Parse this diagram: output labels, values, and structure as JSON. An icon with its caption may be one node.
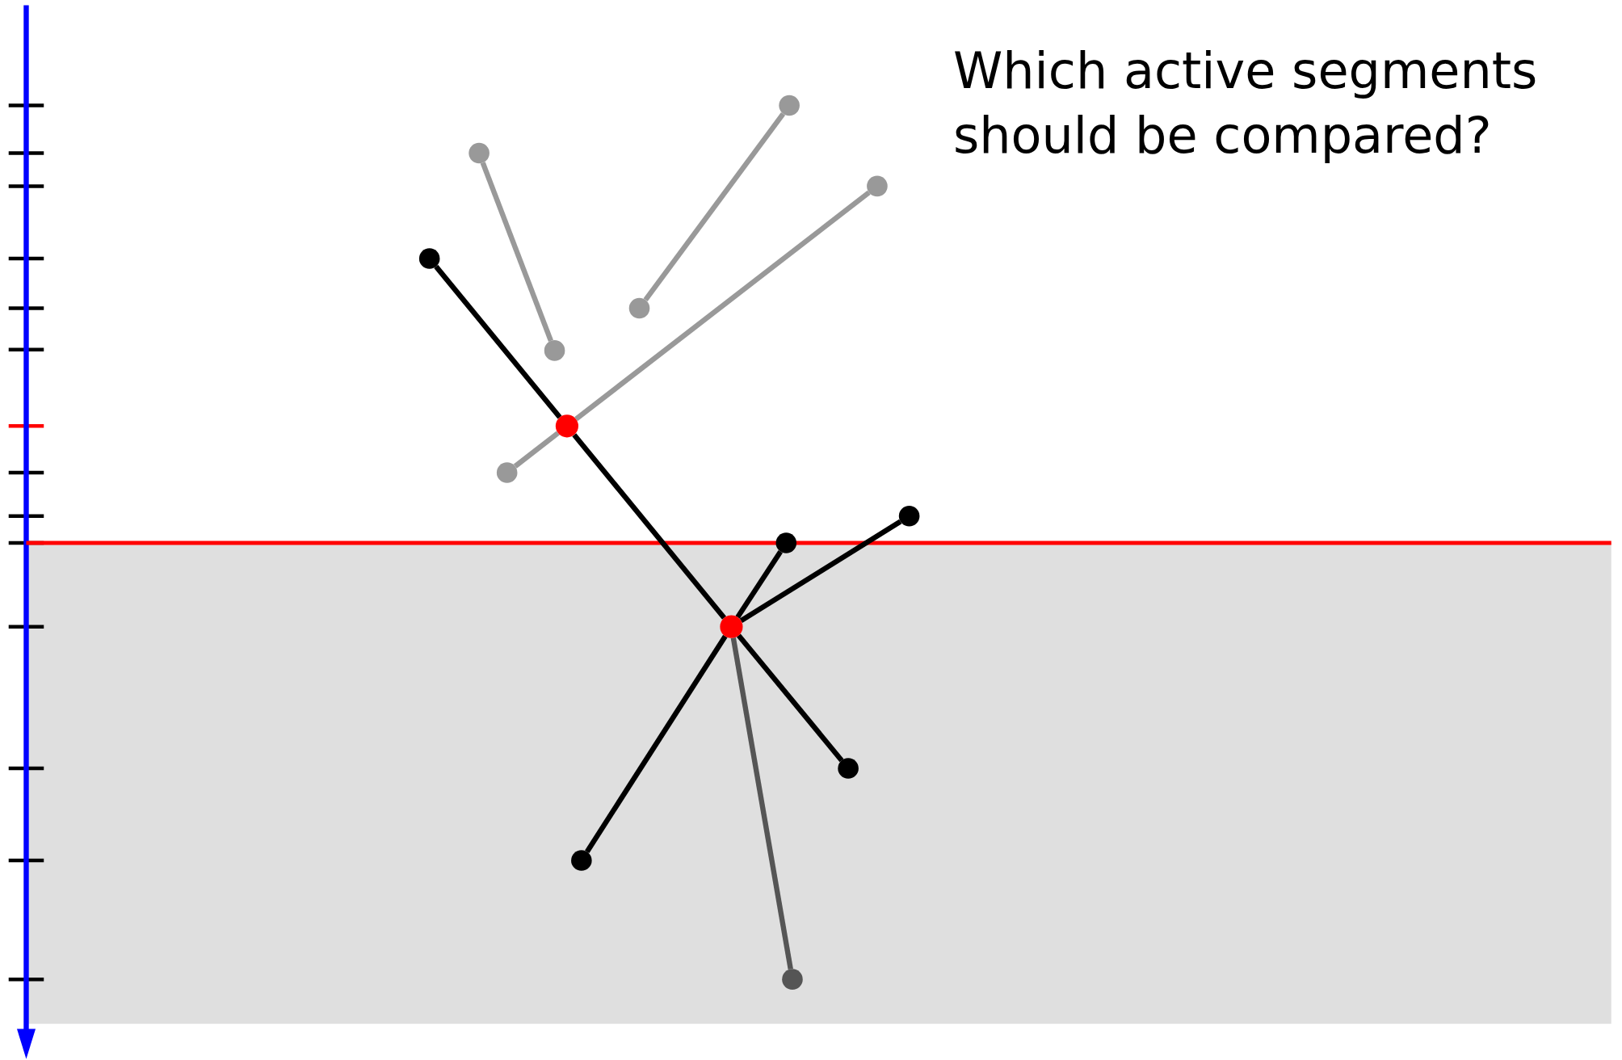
{
  "diagram": {
    "nodes": [
      {
        "text": [],
        "shape": "circle"
      },
      {
        "text": [],
        "shape": "circle"
      },
      {
        "text": [],
        "shape": "circle"
      },
      {
        "text": [],
        "shape": "circle"
      },
      {
        "text": [],
        "shape": "circle"
      },
      {
        "text": [],
        "shape": "circle"
      },
      {
        "text": [],
        "shape": "circle"
      },
      {
        "text": [],
        "shape": "circle"
      },
      {
        "text": [],
        "shape": "circle"
      },
      {
        "text": [],
        "shape": "circle"
      },
      {
        "text": [],
        "shape": "circle"
      },
      {
        "text": [],
        "shape": "circle"
      },
      {
        "text": [],
        "shape": "circle"
      },
      {
        "text": [],
        "shape": "circle"
      }
    ],
    "edges": [
      {
        "from": 1,
        "to": 5,
        "arrow": "none",
        "color": "#999999"
      },
      {
        "from": 0,
        "to": 4,
        "arrow": "none",
        "color": "#999999"
      },
      {
        "from": 7,
        "to": 6,
        "arrow": "none",
        "color": "#999999"
      },
      {
        "from": 6,
        "to": 2,
        "arrow": "none",
        "color": "#999999"
      },
      {
        "from": 3,
        "to": 6,
        "arrow": "none"
      },
      {
        "from": 6,
        "to": 10,
        "arrow": "none"
      },
      {
        "from": 10,
        "to": 11,
        "arrow": "none"
      },
      {
        "from": 9,
        "to": 10,
        "arrow": "none"
      },
      {
        "from": 10,
        "to": 12,
        "arrow": "none"
      },
      {
        "from": 8,
        "to": 10,
        "arrow": "none"
      },
      {
        "from": 10,
        "to": 13,
        "arrow": "none",
        "color": "#555555"
      }
    ],
    "labels": [
      "Which active segments should be compared?"
    ]
  }
}
